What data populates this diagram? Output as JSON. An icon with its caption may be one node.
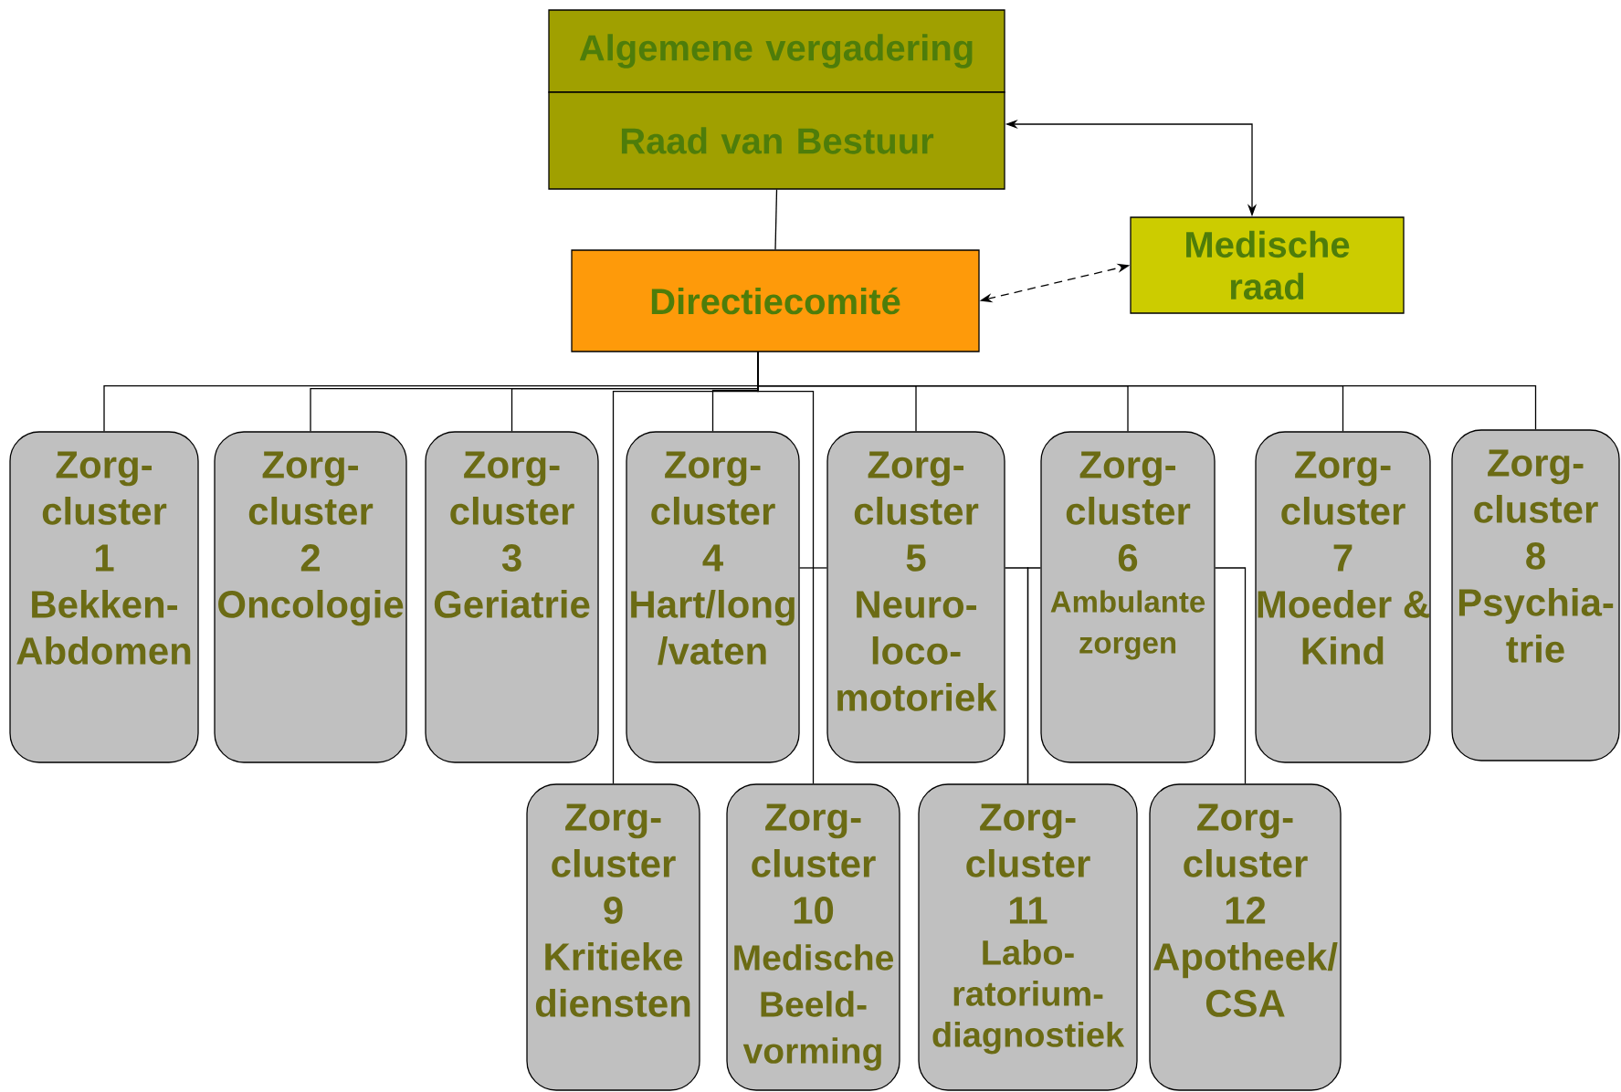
{
  "diagram": {
    "nodes": [
      {
        "text": [
          "Algemene vergadering"
        ]
      },
      {
        "text": [
          "Raad van Bestuur"
        ]
      },
      {
        "text": [
          "Directiecomité"
        ]
      },
      {
        "text": [
          "Medische raad"
        ]
      },
      {
        "text": [
          "Zorg- cluster 1",
          "Bekken- Abdomen"
        ]
      },
      {
        "text": [
          "Zorg- cluster 2",
          "Oncologie"
        ]
      },
      {
        "text": [
          "Zorg- cluster 3",
          "Geriatrie"
        ]
      },
      {
        "text": [
          "Zorg- cluster 4",
          "Hart/long /vaten"
        ]
      },
      {
        "text": [
          "Zorg- cluster 5",
          "Neuro- loco- motoriek"
        ]
      },
      {
        "text": [
          "Zorg- cluster 6",
          "Ambulante zorgen"
        ]
      },
      {
        "text": [
          "Zorg- cluster 7",
          "Moeder & Kind"
        ]
      },
      {
        "text": [
          "Zorg- cluster 8",
          "Psychia- trie"
        ]
      },
      {
        "text": [
          "Zorg- cluster 9",
          "Kritieke diensten"
        ]
      },
      {
        "text": [
          "Zorg- cluster 10",
          "Medische Beeld- vorming"
        ]
      },
      {
        "text": [
          "Zorg- cluster 11",
          "Labo- ratorium- diagnostiek"
        ]
      },
      {
        "text": [
          "Zorg- cluster 12",
          "Apotheek/ CSA"
        ]
      }
    ],
    "edges": [
      {
        "from": 1,
        "to": 2,
        "arrow": "none"
      },
      {
        "from": 1,
        "to": 3,
        "arrow": "both"
      },
      {
        "from": 2,
        "to": 3,
        "arrow": "both",
        "style": "dashed"
      },
      {
        "from": 2,
        "to": 4,
        "arrow": "none"
      },
      {
        "from": 2,
        "to": 5,
        "arrow": "none"
      },
      {
        "from": 2,
        "to": 6,
        "arrow": "none"
      },
      {
        "from": 2,
        "to": 7,
        "arrow": "none"
      },
      {
        "from": 2,
        "to": 8,
        "arrow": "none"
      },
      {
        "from": 2,
        "to": 9,
        "arrow": "none"
      },
      {
        "from": 2,
        "to": 10,
        "arrow": "none"
      },
      {
        "from": 2,
        "to": 11,
        "arrow": "none"
      },
      {
        "from": 2,
        "to": 12,
        "arrow": "none"
      },
      {
        "from": 2,
        "to": 13,
        "arrow": "none"
      },
      {
        "from": 7,
        "to": 8,
        "arrow": "none"
      },
      {
        "from": 8,
        "to": 14,
        "arrow": "none"
      },
      {
        "from": 9,
        "to": 14,
        "arrow": "none"
      },
      {
        "from": 9,
        "to": 15,
        "arrow": "none"
      }
    ]
  }
}
